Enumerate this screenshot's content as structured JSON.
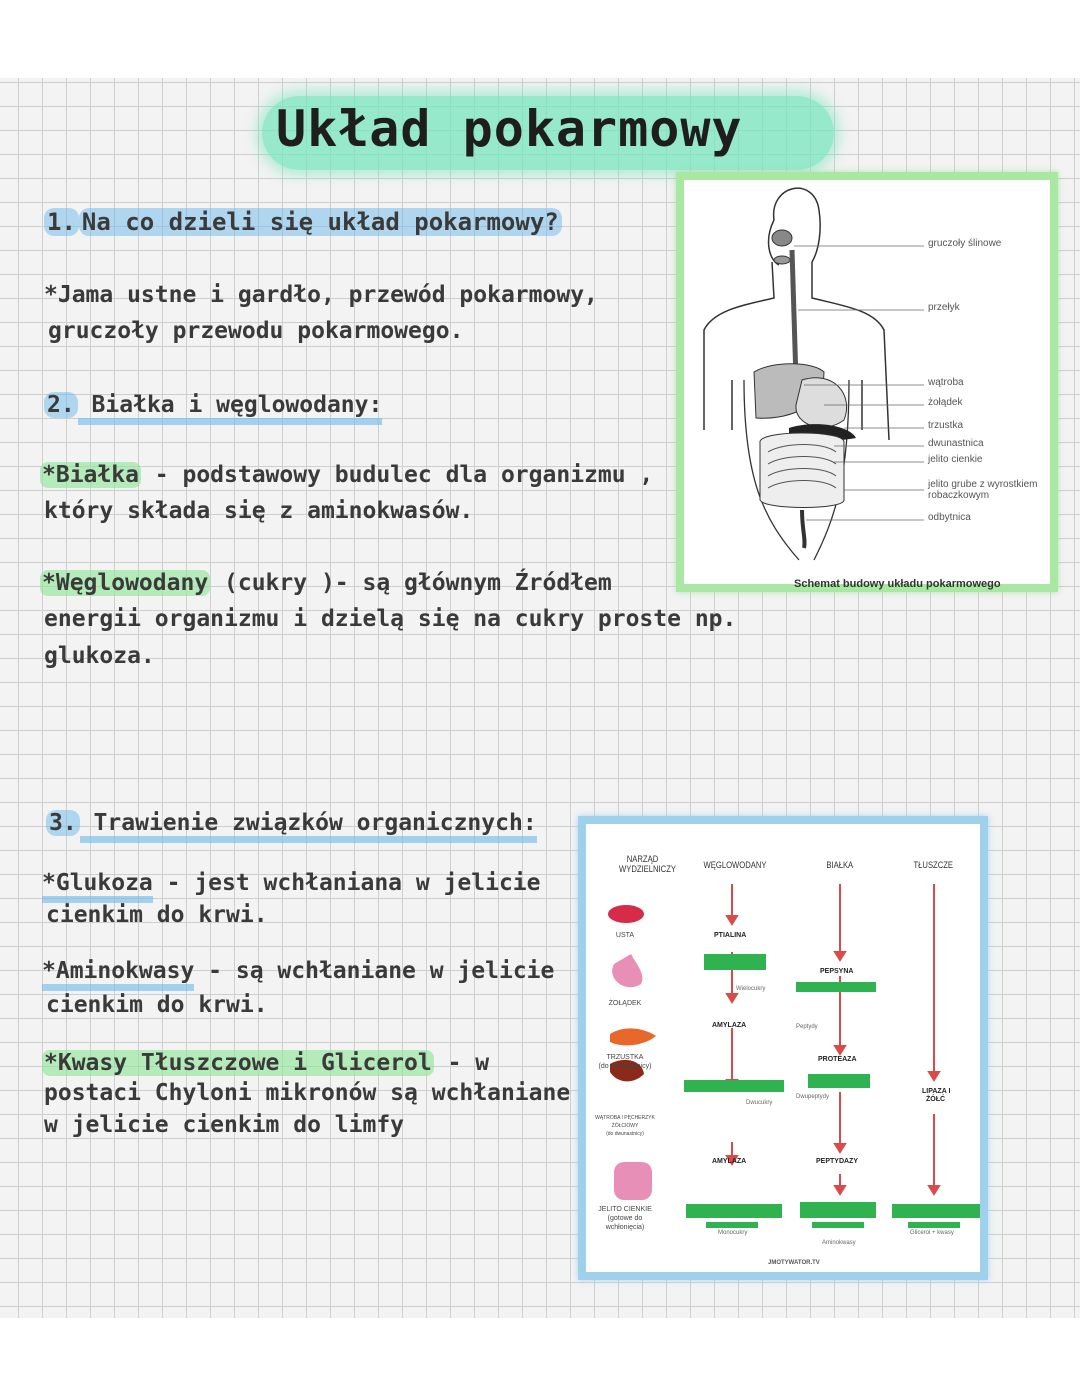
{
  "title": "Układ pokarmowy",
  "section1": {
    "number": "1.",
    "question": "Na co dzieli się układ pokarmowy?",
    "answer_line1": "*Jama ustne i gardło, przewód pokarmowy,",
    "answer_line2": "gruczoły przewodu pokarmowego."
  },
  "section2": {
    "number": "2.",
    "heading": " Białka i węglowodany:",
    "protein_term": "*Białka",
    "protein_line1": " - podstawowy budulec dla organizmu ,",
    "protein_line2": "który składa się z aminokwasów.",
    "carb_term": "*Węglowodany",
    "carb_line1": " (cukry )- są głównym Źródłem",
    "carb_line2": "energii organizmu i dzielą się na cukry proste np.",
    "carb_line3": "glukoza."
  },
  "section3": {
    "number": "3.",
    "heading": " Trawienie związków organicznych:",
    "glucose_term": "*Glukoza",
    "glucose_line1": " - jest wchłaniana w jelicie",
    "glucose_line2": "cienkim do krwi.",
    "amino_term": "*Aminokwasy",
    "amino_line1": " - są wchłaniane w jelicie",
    "amino_line2": "cienkim do krwi.",
    "fat_term": "*Kwasy Tłuszczowe i Glicerol",
    "fat_line1": " - w",
    "fat_line2": "postaci Chyloni mikronów są wchłaniane",
    "fat_line3": "w jelicie cienkim do limfy"
  },
  "diagram1": {
    "labels": {
      "salivary": "gruczoły ślinowe",
      "esophagus": "przełyk",
      "liver": "wątroba",
      "stomach": "żołądek",
      "pancreas": "trzustka",
      "duodenum": "dwunastnica",
      "small_intestine": "jelito cienkie",
      "large_intestine_1": "jelito grube z wyrostkiem",
      "large_intestine_2": "robaczkowym",
      "rectum": "odbytnica"
    },
    "caption": "Schemat budowy układu pokarmowego"
  },
  "diagram2": {
    "headers": {
      "organ_1": "NARZĄD",
      "organ_2": "WYDZIELNICZY",
      "carbs": "WĘGLOWODANY",
      "proteins": "BIAŁKA",
      "fats": "TŁUSZCZE"
    },
    "organs": {
      "mouth": "USTA",
      "stomach": "ŻOŁĄDEK",
      "pancreas_1": "TRZUSTKA",
      "pancreas_2": "(do dwunastnicy)",
      "liver_1": "WĄTROBA I PĘCHERZYK",
      "liver_2": "ŻÓŁCIOWY",
      "liver_3": "(do dwunastnicy)",
      "intestine_1": "JELITO CIENKIE",
      "intestine_2": "(gotowe do",
      "intestine_3": "wchłonięcia)"
    },
    "enzymes": {
      "ptialina": "PTIALINA",
      "pepsyna": "PEPSYNA",
      "amylaza1": "AMYLAZA",
      "proteaza": "PROTEAZA",
      "lipaza_1": "LIPAZA I",
      "lipaza_2": "ŻÓŁĆ",
      "amylaza2": "AMYLAZA",
      "peptydazy": "PEPTYDAZY"
    },
    "products": {
      "wielocukry": "Wielocukry",
      "peptydy": "Peptydy",
      "dwucukry": "Dwucukry",
      "dwupeptydy": "Dwupeptydy",
      "monocukry": "Monocukry",
      "aminokwasy": "Aminokwasy",
      "glicerol": "Glicerol + kwasy"
    },
    "logo": "JMOTYWATOR.TV"
  }
}
